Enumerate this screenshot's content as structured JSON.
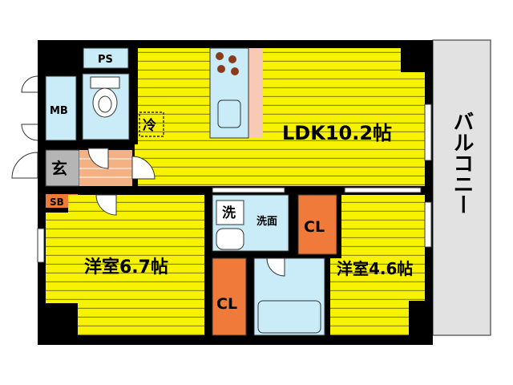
{
  "floorplan": {
    "rooms": {
      "ldk": "LDK10.2帖",
      "western_room_1": "洋室6.7帖",
      "western_room_2": "洋室4.6帖",
      "balcony": "バルコニー"
    },
    "labels": {
      "ps": "PS",
      "mb": "MB",
      "entrance": "玄",
      "shoe_box": "SB",
      "refrigerator": "冷",
      "washer": "洗",
      "washroom": "洗面",
      "closet_1": "CL",
      "closet_2": "CL"
    },
    "colors": {
      "room_yellow": "#f7f200",
      "stripe": "#8a8a00",
      "wet_area_blue": "#c9ecf8",
      "closet_orange": "#f07a3a",
      "entrance_gray": "#b5b5b5",
      "entrance_floor": "#f4b183",
      "wall": "#000000",
      "balcony_gray": "#e2e2e2",
      "counter_pink": "#f8c9b5",
      "stove_burner": "#8b3a1a"
    }
  }
}
